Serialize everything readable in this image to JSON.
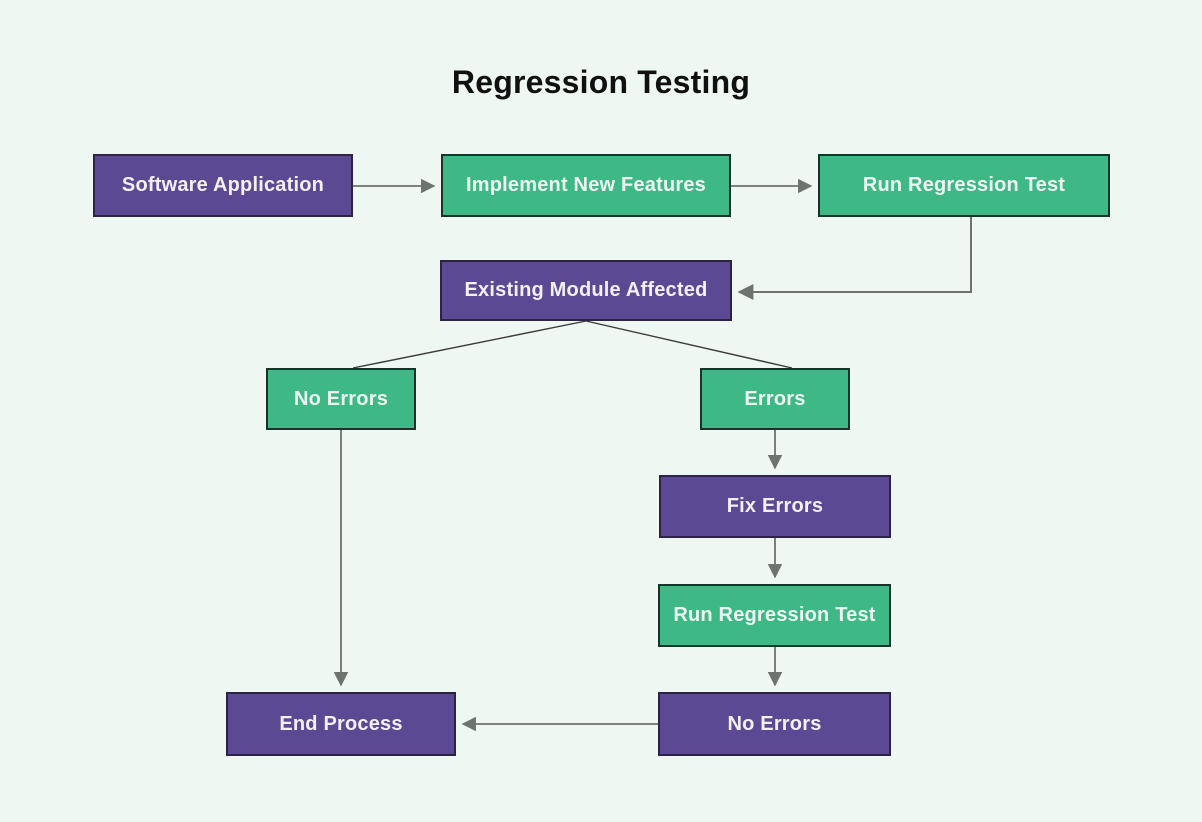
{
  "title": "Regression Testing",
  "colors": {
    "background": "#eef7f2",
    "purple_node_fill": "#5b4a93",
    "purple_node_border": "#2d2347",
    "green_node_fill": "#3eb884",
    "green_node_border": "#18332a",
    "node_text": "#f3f0f7",
    "title_text": "#101010",
    "arrow_line": "#6d736f",
    "branch_line": "#3a3a3a"
  },
  "nodes": [
    {
      "id": "software-application",
      "label": "Software Application",
      "type": "purple"
    },
    {
      "id": "implement-new-features",
      "label": "Implement New Features",
      "type": "green"
    },
    {
      "id": "run-regression-test-1",
      "label": "Run Regression Test",
      "type": "green"
    },
    {
      "id": "existing-module-affected",
      "label": "Existing Module Affected",
      "type": "purple"
    },
    {
      "id": "no-errors-branch",
      "label": "No Errors",
      "type": "green"
    },
    {
      "id": "errors-branch",
      "label": "Errors",
      "type": "green"
    },
    {
      "id": "fix-errors",
      "label": "Fix Errors",
      "type": "purple"
    },
    {
      "id": "run-regression-test-2",
      "label": "Run Regression Test",
      "type": "green"
    },
    {
      "id": "no-errors-final",
      "label": "No Errors",
      "type": "purple"
    },
    {
      "id": "end-process",
      "label": "End Process",
      "type": "purple"
    }
  ],
  "edges": [
    {
      "from": "software-application",
      "to": "implement-new-features",
      "arrowhead": true
    },
    {
      "from": "implement-new-features",
      "to": "run-regression-test-1",
      "arrowhead": true
    },
    {
      "from": "run-regression-test-1",
      "to": "existing-module-affected",
      "arrowhead": true
    },
    {
      "from": "existing-module-affected",
      "to": "no-errors-branch",
      "arrowhead": false
    },
    {
      "from": "existing-module-affected",
      "to": "errors-branch",
      "arrowhead": false
    },
    {
      "from": "no-errors-branch",
      "to": "end-process",
      "arrowhead": true
    },
    {
      "from": "errors-branch",
      "to": "fix-errors",
      "arrowhead": true
    },
    {
      "from": "fix-errors",
      "to": "run-regression-test-2",
      "arrowhead": true
    },
    {
      "from": "run-regression-test-2",
      "to": "no-errors-final",
      "arrowhead": true
    },
    {
      "from": "no-errors-final",
      "to": "end-process",
      "arrowhead": true
    }
  ]
}
